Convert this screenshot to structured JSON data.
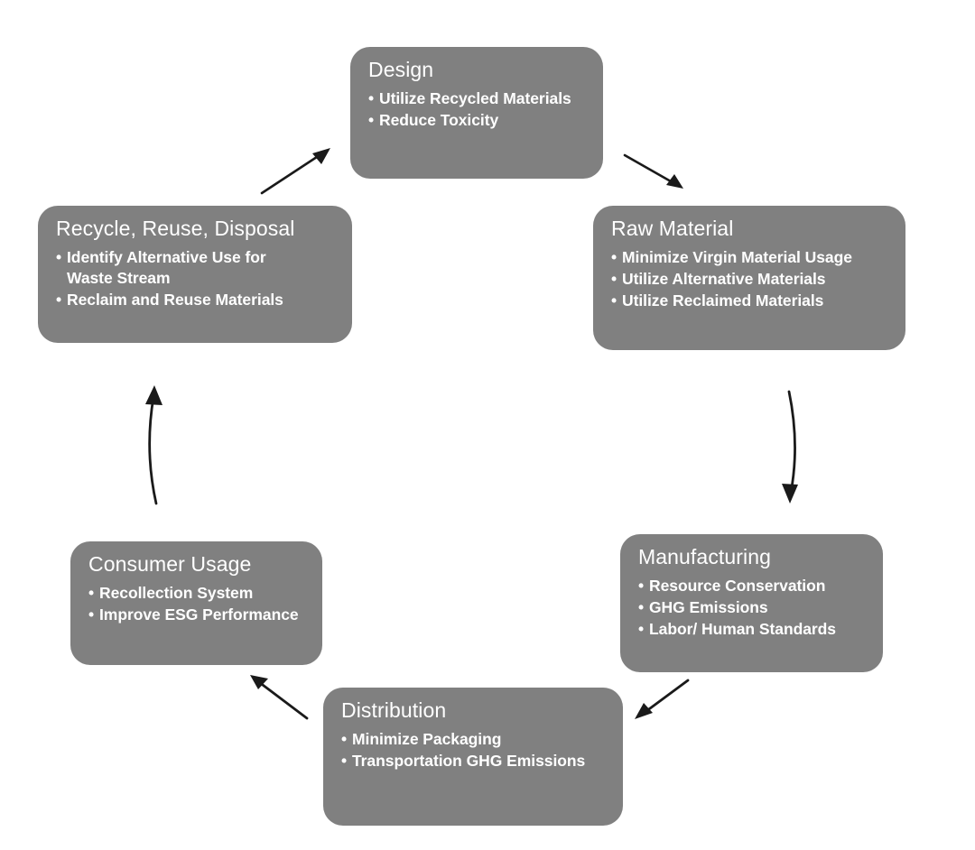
{
  "diagram": {
    "type": "product-lifecycle-cycle",
    "box_color": "#808080",
    "text_color": "#ffffff",
    "arrow_color": "#1a1a1a",
    "background": "#ffffff",
    "stages": [
      {
        "id": "design",
        "title": "Design",
        "bullets": [
          "Utilize Recycled Materials",
          "Reduce Toxicity"
        ]
      },
      {
        "id": "raw-material",
        "title": "Raw Material",
        "bullets": [
          "Minimize Virgin Material Usage",
          "Utilize Alternative Materials",
          "Utilize Reclaimed Materials"
        ]
      },
      {
        "id": "manufacturing",
        "title": "Manufacturing",
        "bullets": [
          "Resource Conservation",
          "GHG Emissions",
          "Labor/ Human Standards"
        ]
      },
      {
        "id": "distribution",
        "title": "Distribution",
        "bullets": [
          "Minimize Packaging",
          "Transportation GHG Emissions"
        ]
      },
      {
        "id": "consumer-usage",
        "title": "Consumer Usage",
        "bullets": [
          "Recollection System",
          "Improve ESG Performance"
        ]
      },
      {
        "id": "recycle-reuse-disposal",
        "title": "Recycle, Reuse, Disposal",
        "bullets": [
          "Identify Alternative Use for Waste Stream",
          "Reclaim and Reuse Materials"
        ]
      }
    ],
    "connectors": [
      {
        "id": "design-to-raw-material",
        "from": "design",
        "to": "raw-material",
        "shape": "straight"
      },
      {
        "id": "raw-material-to-manufacturing",
        "from": "raw-material",
        "to": "manufacturing",
        "shape": "curved"
      },
      {
        "id": "manufacturing-to-distribution",
        "from": "manufacturing",
        "to": "distribution",
        "shape": "straight"
      },
      {
        "id": "distribution-to-consumer",
        "from": "distribution",
        "to": "consumer-usage",
        "shape": "straight"
      },
      {
        "id": "consumer-to-recycle",
        "from": "consumer-usage",
        "to": "recycle-reuse-disposal",
        "shape": "curved"
      },
      {
        "id": "recycle-to-design",
        "from": "recycle-reuse-disposal",
        "to": "design",
        "shape": "straight"
      }
    ]
  }
}
